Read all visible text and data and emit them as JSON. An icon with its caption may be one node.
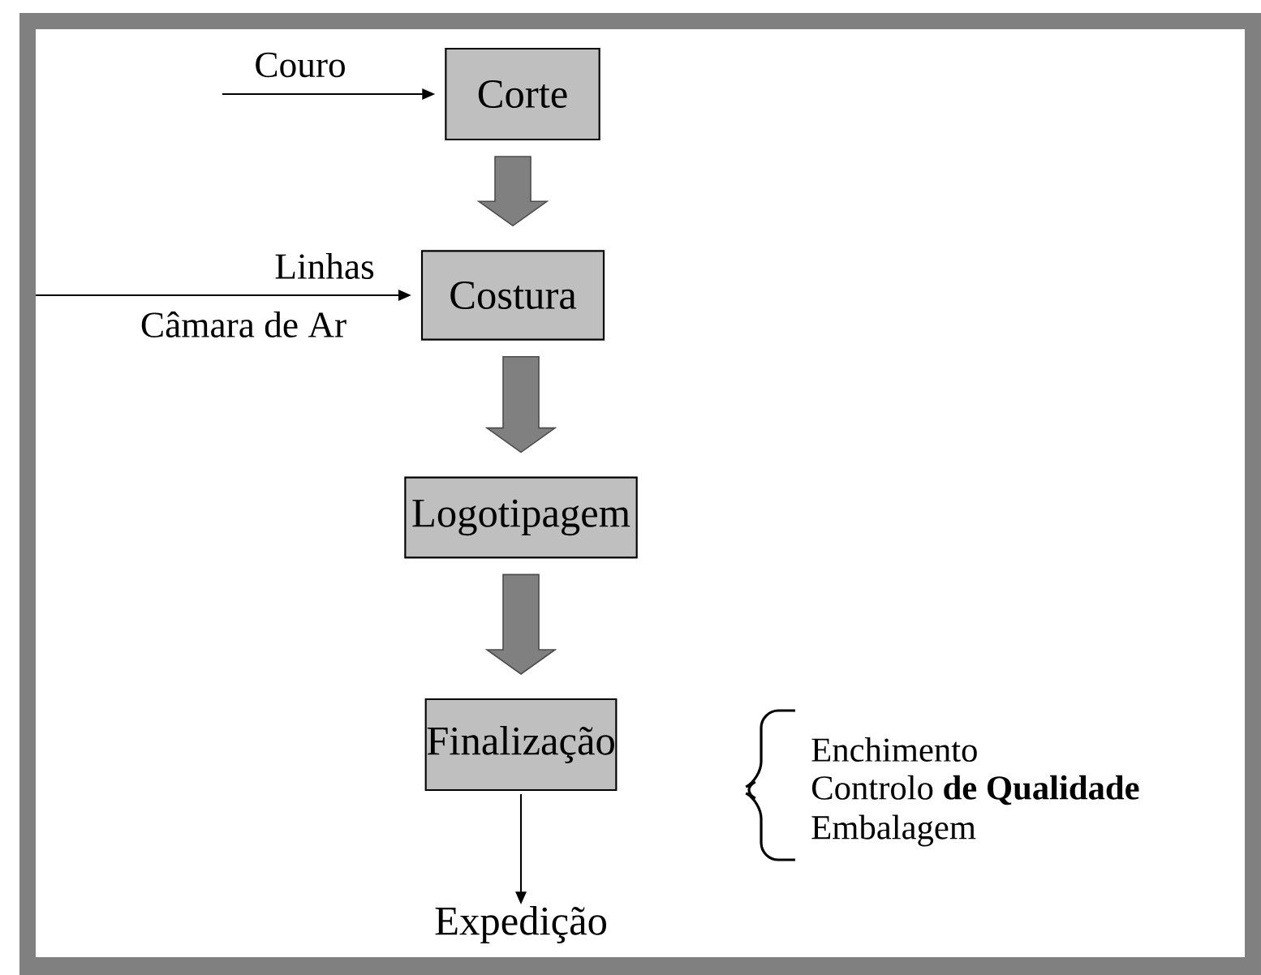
{
  "diagram": {
    "nodes": [
      {
        "text": [
          "Corte"
        ]
      },
      {
        "text": [
          "Costura"
        ]
      },
      {
        "text": [
          "Logotipagem"
        ]
      },
      {
        "text": [
          "Finalização"
        ]
      },
      {
        "text": [
          "Expedição"
        ]
      }
    ],
    "edges": [
      {
        "from": null,
        "to": 0,
        "arrow": "to",
        "label": "Couro"
      },
      {
        "from": null,
        "to": 1,
        "arrow": "to",
        "label": "Linhas"
      },
      {
        "from": 0,
        "to": 1,
        "arrow": "to",
        "style": "thick",
        "color": "#808080"
      },
      {
        "from": 1,
        "to": 2,
        "arrow": "to",
        "style": "thick",
        "color": "#808080"
      },
      {
        "from": 2,
        "to": 3,
        "arrow": "to",
        "style": "thick",
        "color": "#808080"
      },
      {
        "from": 3,
        "to": 4,
        "arrow": "to"
      }
    ],
    "labels": [
      "Câmara de Ar",
      "Enchimento",
      "Controlo **de Qualidade**",
      "Embalagem"
    ]
  }
}
